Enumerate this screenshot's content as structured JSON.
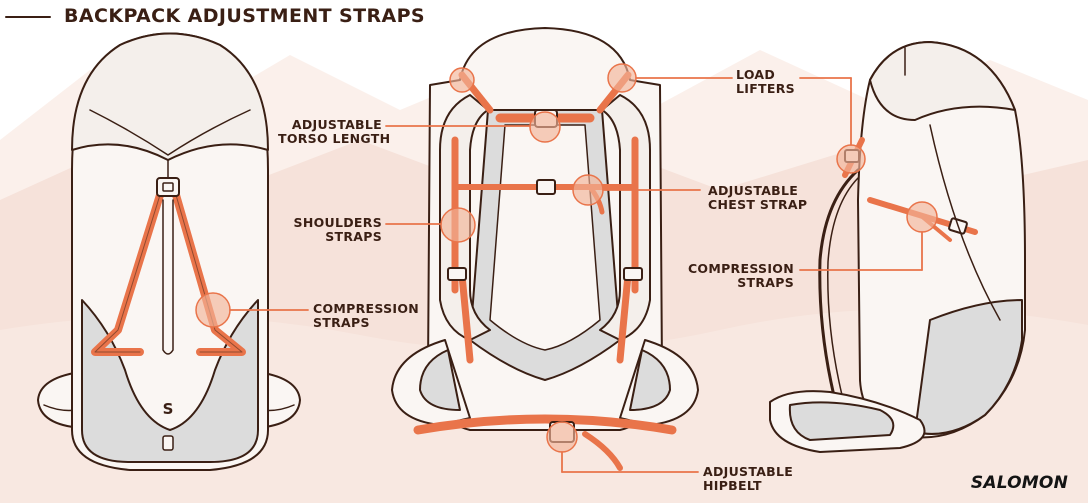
{
  "title": "BACKPACK ADJUSTMENT STRAPS",
  "labels": {
    "torso": [
      "ADJUSTABLE",
      "TORSO LENGTH"
    ],
    "shoulders": [
      "SHOULDERS",
      "STRAPS"
    ],
    "compression_front": [
      "COMPRESSION",
      "STRAPS"
    ],
    "load_lifters": [
      "LOAD",
      "LIFTERS"
    ],
    "chest": [
      "ADJUSTABLE",
      "CHEST STRAP"
    ],
    "compression_side": [
      "COMPRESSION",
      "STRAPS"
    ],
    "hipbelt": [
      "ADJUSTABLE",
      "HIPBELT"
    ]
  },
  "pack_logo": "S",
  "brand": "SALOMON",
  "colors": {
    "outline": "#3a1f14",
    "strap": "#e9744a",
    "highlight": "#f2b398",
    "callout": "#e9744a",
    "pack_body": "#faf6f3",
    "pack_shade": "#dcdcdc",
    "mountains": "#f6e2da"
  }
}
